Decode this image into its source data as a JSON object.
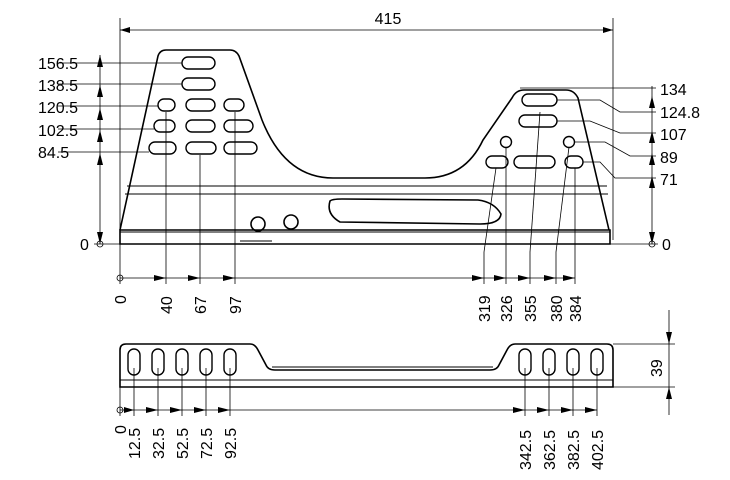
{
  "drawing": {
    "overall_width": "415",
    "side_view": {
      "left_heights": [
        "156.5",
        "138.5",
        "120.5",
        "102.5",
        "84.5"
      ],
      "right_heights": [
        "134",
        "124.8",
        "107",
        "89",
        "71"
      ],
      "zero_left": "0",
      "zero_right": "0",
      "x_positions": [
        "0",
        "40",
        "67",
        "97",
        "319",
        "326",
        "355",
        "380",
        "384"
      ]
    },
    "bottom_view": {
      "height": "39",
      "x_positions": [
        "0",
        "12.5",
        "32.5",
        "52.5",
        "72.5",
        "92.5",
        "342.5",
        "362.5",
        "382.5",
        "402.5"
      ]
    }
  }
}
